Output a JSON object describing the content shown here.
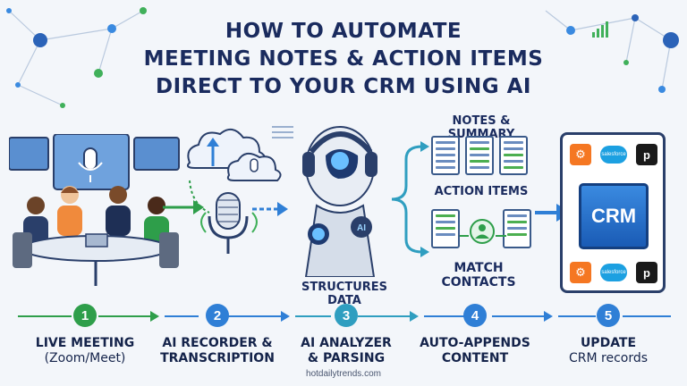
{
  "title": {
    "line1": "HOW TO AUTOMATE",
    "line2": "MEETING NOTES & ACTION ITEMS",
    "line3": "DIRECT TO YOUR CRM USING AI"
  },
  "labels": {
    "notes_summary": "NOTES & SUMMARY",
    "action_items": "ACTION ITEMS",
    "structures_data": "STRUCTURES DATA",
    "match_contacts_1": "MATCH",
    "match_contacts_2": "CONTACTS",
    "crm": "CRM",
    "salesforce": "salesforce",
    "pipedrive": "p",
    "ai_badge": "AI"
  },
  "steps": [
    {
      "num": "1",
      "line1": "LIVE MEETING",
      "line2": "(Zoom/Meet)",
      "color": "#2e9e4a"
    },
    {
      "num": "2",
      "line1": "AI RECORDER &",
      "line2": "TRANSCRIPTION",
      "color": "#2f7fd6"
    },
    {
      "num": "3",
      "line1": "AI ANALYZER",
      "line2": "& PARSING",
      "color": "#2f9ec0"
    },
    {
      "num": "4",
      "line1": "AUTO-APPENDS",
      "line2": "CONTENT",
      "color": "#2f7fd6"
    },
    {
      "num": "5",
      "line1": "UPDATE",
      "line2": "CRM records",
      "color": "#2f7fd6"
    }
  ],
  "footer": "hotdailytrends.com",
  "colors": {
    "title": "#1a2b5e",
    "green": "#2e9e4a",
    "blue": "#2f7fd6",
    "teal": "#2f9ec0",
    "crm_blue": "#1a5bb5",
    "hubspot": "#f57722",
    "salesforce": "#1ca0e1"
  }
}
